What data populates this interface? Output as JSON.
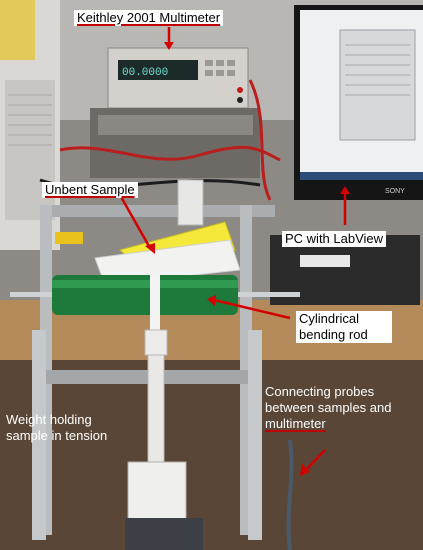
{
  "labels": {
    "multimeter": "Keithley 2001 Multimeter",
    "unbent_sample": "Unbent Sample",
    "pc": "PC with LabView",
    "bending_rod_line1": "Cylindrical",
    "bending_rod_line2": "bending rod",
    "probes_line1": "Connecting probes",
    "probes_line2": "between samples and",
    "probes_line3": "multimeter",
    "weight_line1": "Weight holding",
    "weight_line2": "sample in tension"
  },
  "multimeter_display": "00.0000 ",
  "monitor_brand": "SONY",
  "colors": {
    "arrow": "#d40000",
    "roller": "#1e7a3a",
    "sample": "#f4e83a",
    "label_bg": "#ffffff"
  }
}
